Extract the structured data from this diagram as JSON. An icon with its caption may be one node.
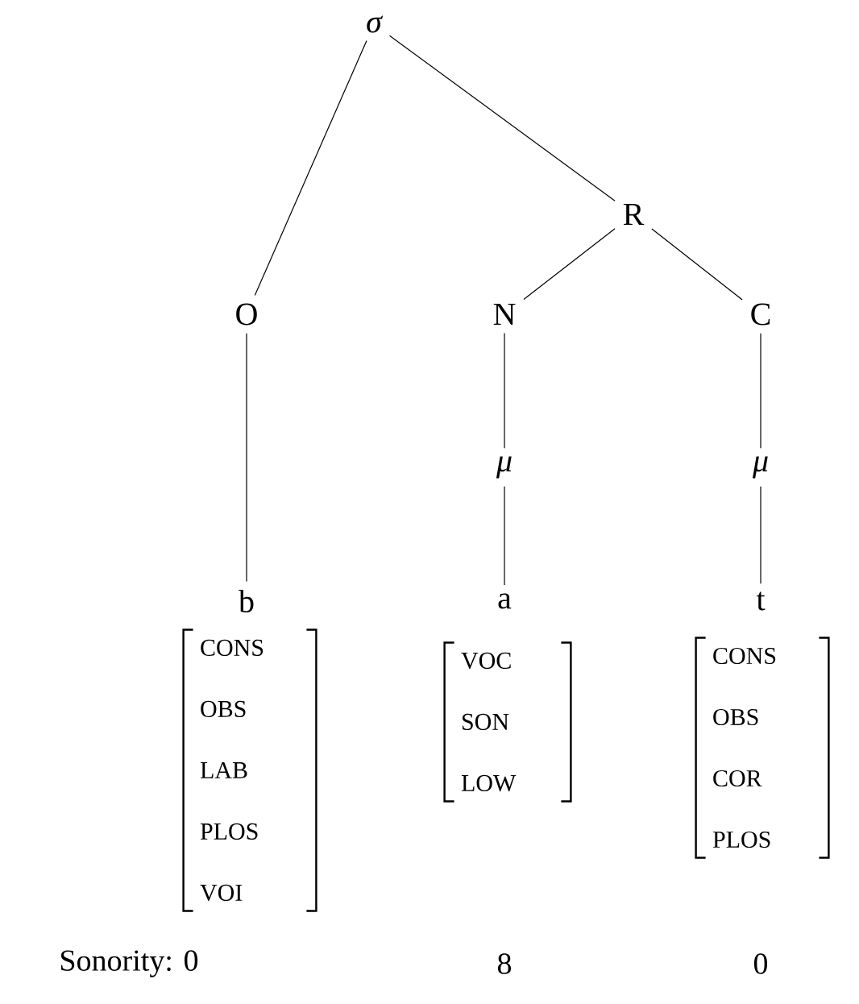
{
  "diagram": {
    "nodes": [
      {
        "text": [
          "σ"
        ]
      },
      {
        "text": [
          "R"
        ]
      },
      {
        "text": [
          "O"
        ]
      },
      {
        "text": [
          "N"
        ]
      },
      {
        "text": [
          "C"
        ]
      },
      {
        "text": [
          "μ"
        ]
      },
      {
        "text": [
          "μ"
        ]
      },
      {
        "text": [
          "b"
        ]
      },
      {
        "text": [
          "a"
        ]
      },
      {
        "text": [
          "t"
        ]
      },
      {
        "text": [
          "CONS",
          "OBS",
          "LAB",
          "PLOS",
          "VOI"
        ]
      },
      {
        "text": [
          "VOC",
          "SON",
          "LOW"
        ]
      },
      {
        "text": [
          "CONS",
          "OBS",
          "COR",
          "PLOS"
        ]
      }
    ],
    "edges": [
      {
        "from": 0,
        "to": 2,
        "arrow": "none"
      },
      {
        "from": 0,
        "to": 1,
        "arrow": "none"
      },
      {
        "from": 1,
        "to": 3,
        "arrow": "none"
      },
      {
        "from": 1,
        "to": 4,
        "arrow": "none"
      },
      {
        "from": 2,
        "to": 7,
        "arrow": "none"
      },
      {
        "from": 3,
        "to": 5,
        "arrow": "none"
      },
      {
        "from": 5,
        "to": 8,
        "arrow": "none"
      },
      {
        "from": 4,
        "to": 6,
        "arrow": "none"
      },
      {
        "from": 6,
        "to": 9,
        "arrow": "none"
      }
    ],
    "labels": [
      "Sonority: 0",
      "8",
      "0"
    ]
  }
}
